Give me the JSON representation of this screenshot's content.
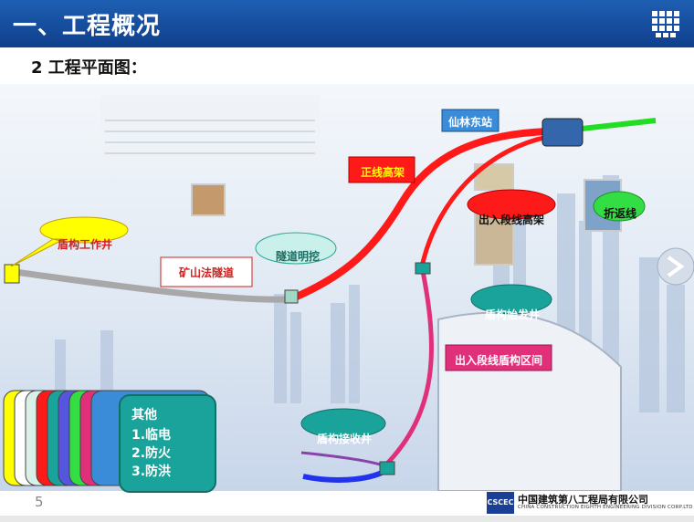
{
  "header": {
    "title": "一、工程概况"
  },
  "subtitle": "2   工程平面图：",
  "map_labels": {
    "shield_work_well": "盾构工作井",
    "mining_tunnel": "矿山法隧道",
    "tunnel_cut_cover": "隧道明挖",
    "main_line_elevated": "正线高架",
    "depot_line_elevated": "出入段线高架",
    "shield_launch_well": "盾构始发井",
    "depot_shield_section": "出入段线盾构区间",
    "shield_receiving_well": "盾构接收井",
    "xianlin_east_station": "仙林东站",
    "turnback_line": "折返线"
  },
  "other": {
    "title": "其他",
    "items": [
      "1.临电",
      "2.防火",
      "3.防洪"
    ]
  },
  "page_number": "5",
  "footer": {
    "company_cn": "中国建筑第八工程局有限公司",
    "company_en": "CHINA CONSTRUCTION EIGHTH ENGINEERING DIVISION CORP.LTD"
  },
  "colors": {
    "header_blue": "#1a56ad",
    "main_line_red": "#ff1a1a",
    "shield_pink": "#e0307a",
    "turnback_green": "#22dd22",
    "west_blue": "#2233ee",
    "callout_yellow": "#ffff00",
    "callout_teal": "#1aa39a",
    "callout_green": "#33dd44"
  }
}
